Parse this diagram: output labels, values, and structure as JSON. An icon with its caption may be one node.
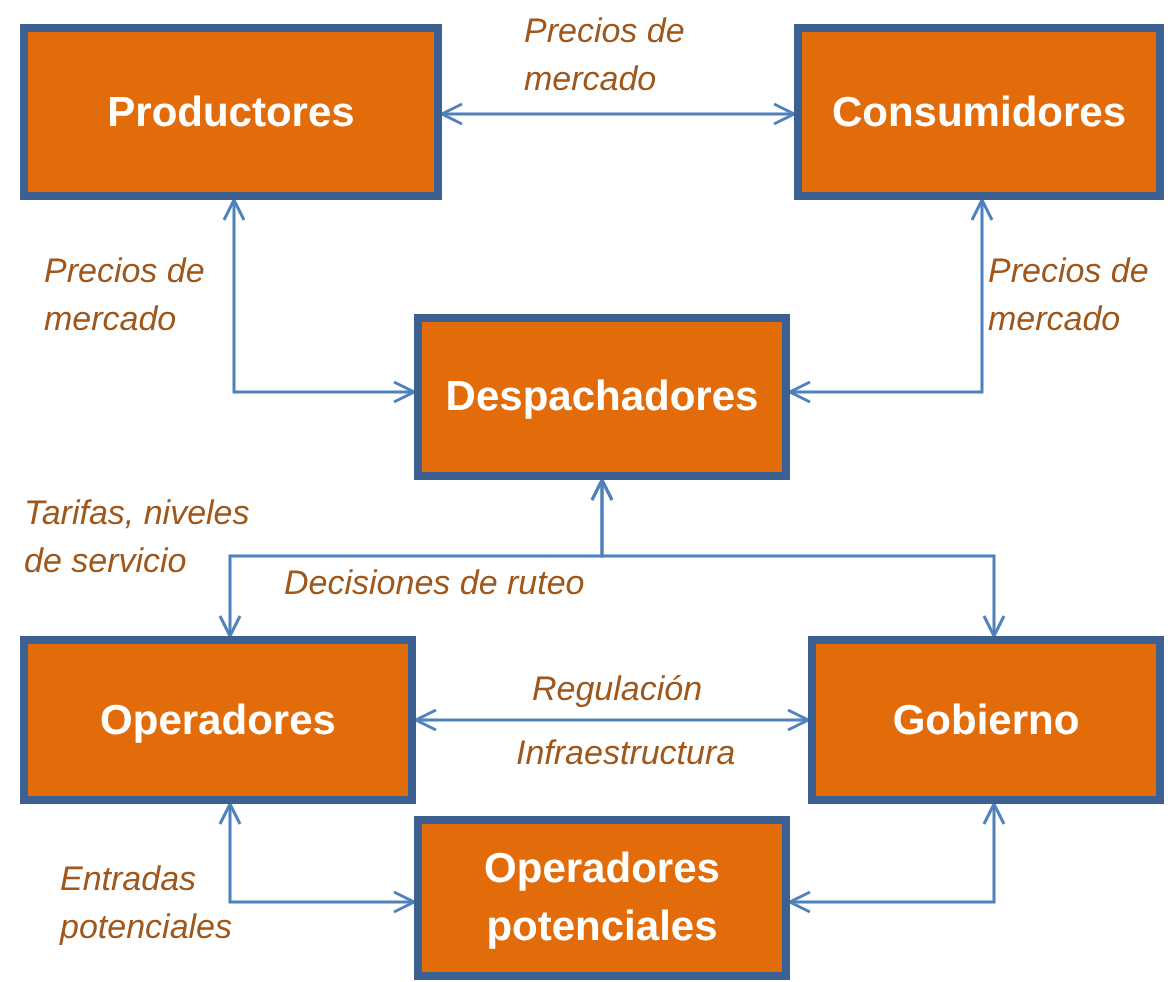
{
  "diagram": {
    "nodes": [
      {
        "text": [
          "Productores"
        ]
      },
      {
        "text": [
          "Consumidores"
        ]
      },
      {
        "text": [
          "Despachadores"
        ]
      },
      {
        "text": [
          "Operadores"
        ]
      },
      {
        "text": [
          "Gobierno"
        ]
      },
      {
        "text": [
          "Operadores potenciales"
        ]
      }
    ],
    "edges": [
      {
        "from": 0,
        "to": 1,
        "arrow": "both",
        "label": "Precios de mercado"
      },
      {
        "from": 0,
        "to": 2,
        "arrow": "both",
        "label": "Precios de mercado"
      },
      {
        "from": 1,
        "to": 2,
        "arrow": "both",
        "label": "Precios de mercado"
      },
      {
        "from": 2,
        "to": 3,
        "arrow": "both",
        "label": "Tarifas, niveles de servicio"
      },
      {
        "from": 2,
        "to": 4,
        "arrow": "both",
        "label": "Decisiones de ruteo"
      },
      {
        "from": 3,
        "to": 4,
        "arrow": "both",
        "label": "Regulación"
      },
      {
        "from": 3,
        "to": 5,
        "arrow": "both",
        "label": "Entradas potenciales"
      },
      {
        "from": 4,
        "to": 5,
        "arrow": "both"
      }
    ],
    "labels": [
      "Infraestructura"
    ]
  }
}
